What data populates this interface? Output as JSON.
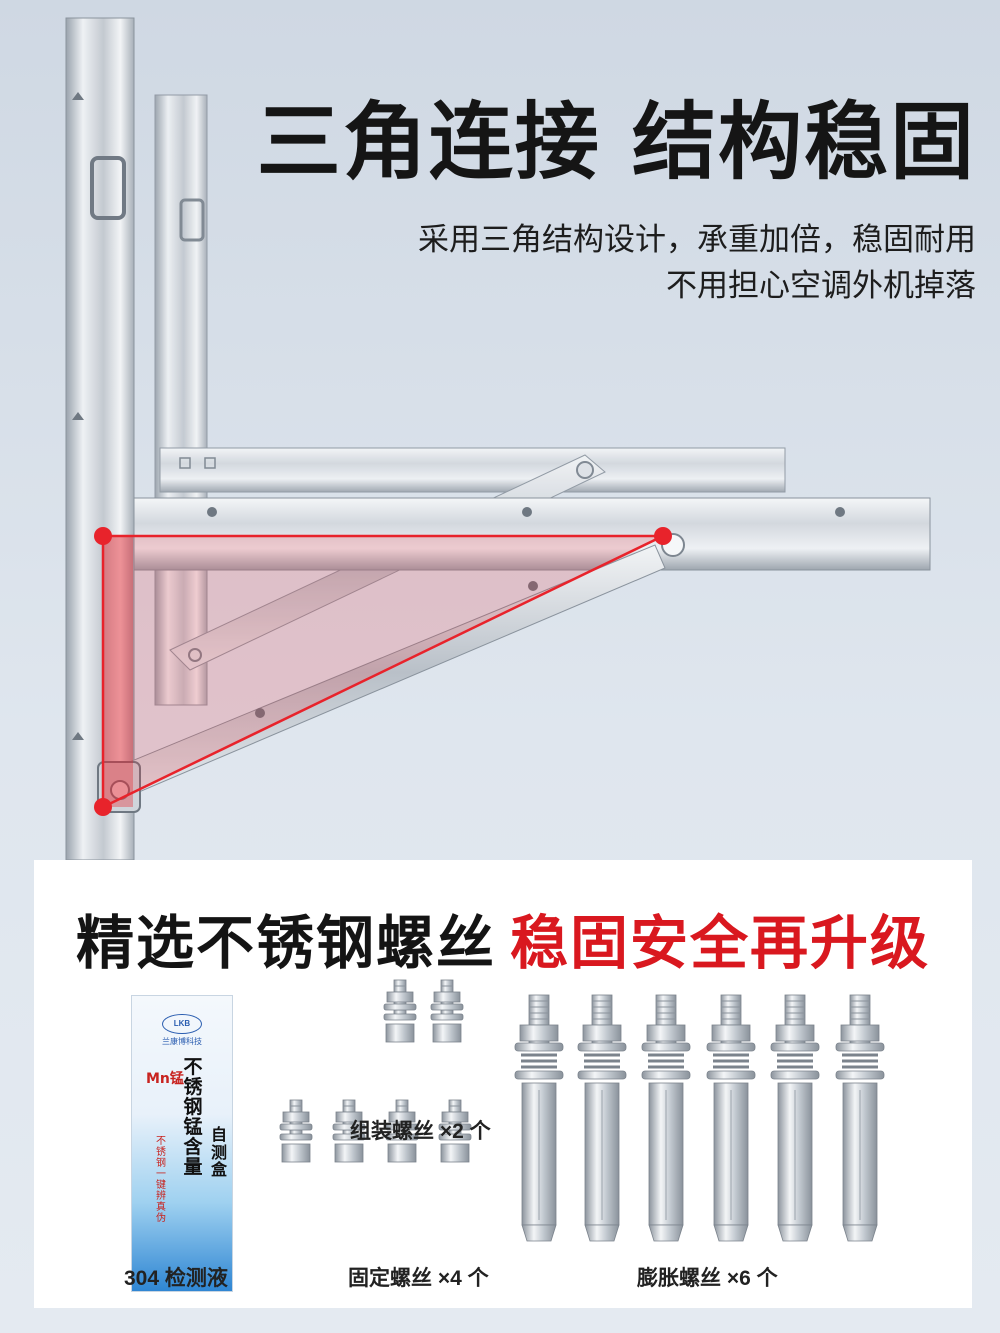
{
  "hero": {
    "headline": "三角连接 结构稳固",
    "subline_1": "采用三角结构设计，承重加倍，稳固耐用",
    "subline_2": "不用担心空调外机掉落"
  },
  "screws": {
    "title_dark": "精选不锈钢螺丝",
    "title_red": "稳固安全再升级",
    "items": [
      {
        "label": "组装螺丝 ×2 个"
      },
      {
        "label": "固定螺丝 ×4 个"
      },
      {
        "label": "膨胀螺丝 ×6 个"
      },
      {
        "label": "304 检测液"
      }
    ],
    "kit": {
      "logo": "LKB",
      "brand": "兰康博科技",
      "mn": "Mn锰",
      "vertical_main": "不锈钢锰含量",
      "vertical_side": "自测盒",
      "vertical_red": "不锈钢一键辨真伪"
    }
  },
  "colors": {
    "accent_red": "#d9181f",
    "triangle_red": "#e8232b"
  }
}
